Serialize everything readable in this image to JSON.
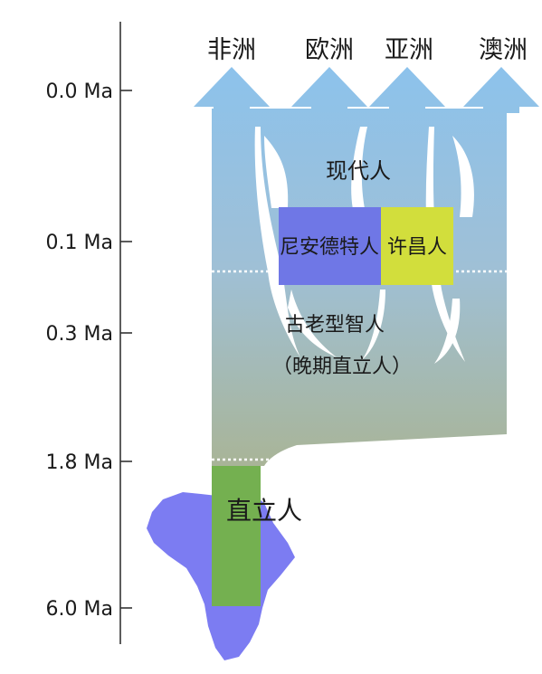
{
  "regions": [
    "非洲",
    "欧洲",
    "亚洲",
    "澳洲"
  ],
  "time_labels": [
    "0.0 Ma",
    "0.1 Ma",
    "0.3 Ma",
    "1.8 Ma",
    "6.0 Ma"
  ],
  "labels": {
    "modern_humans": "现代人",
    "neanderthal": "尼安德特人",
    "xuchang": "许昌人",
    "archaic_line1": "古老型智人",
    "archaic_line2": "（晚期直立人）",
    "homo_erectus": "直立人"
  },
  "colors": {
    "arrow_top": "#8cc2ec",
    "arrow_bottom": "#a5b49a",
    "neanderthal_box": "#6f77e6",
    "xuchang_box": "#d2de3c",
    "erectus_box": "#74b050",
    "africa_shape": "#7c7cf2",
    "axis": "#333333"
  },
  "icons": [
    "africa-continent-shape"
  ]
}
